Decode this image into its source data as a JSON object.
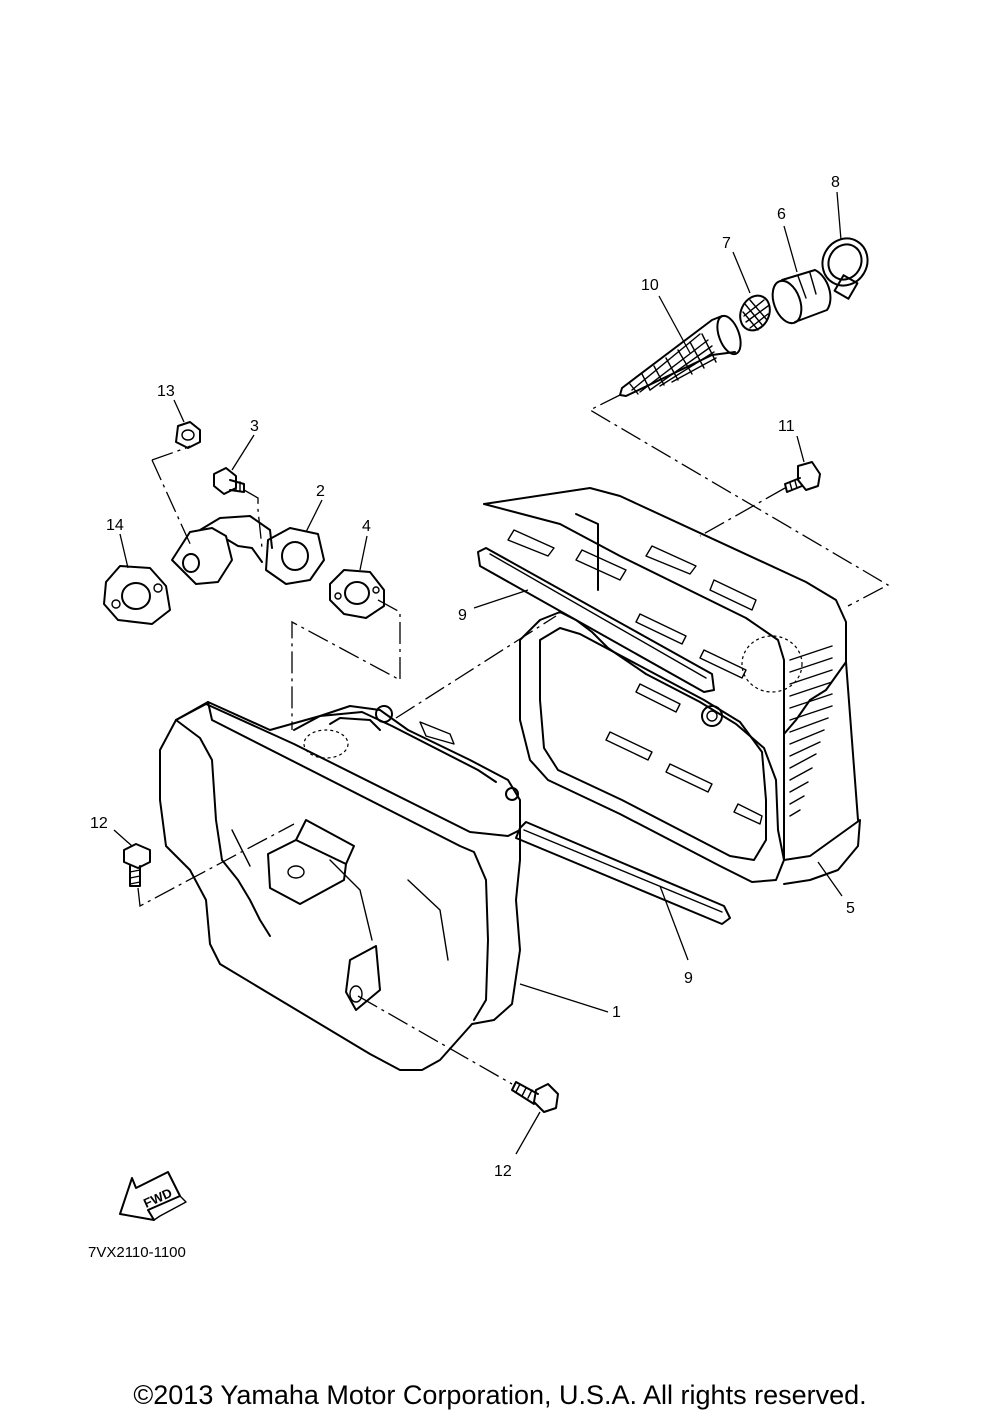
{
  "diagram": {
    "code": "7VX2110-1100",
    "fwd_label": "FWD",
    "callouts": {
      "c1": "1",
      "c2": "2",
      "c3": "3",
      "c4": "4",
      "c5": "5",
      "c6": "6",
      "c7": "7",
      "c8": "8",
      "c9a": "9",
      "c9b": "9",
      "c10": "10",
      "c11": "11",
      "c12a": "12",
      "c12b": "12",
      "c13": "13",
      "c14": "14"
    }
  },
  "footer": {
    "copyright": "©2013 Yamaha Motor Corporation, U.S.A. All rights reserved."
  }
}
